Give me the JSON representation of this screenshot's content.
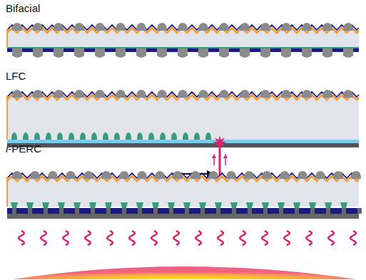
{
  "diagram": {
    "labels": [
      "Bifacial",
      "LFC",
      "i-PERC"
    ]
  }
}
